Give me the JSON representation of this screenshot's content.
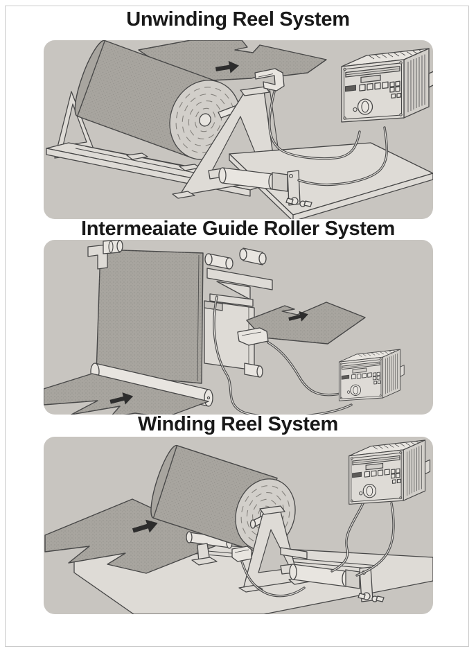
{
  "page": {
    "background": "#ffffff",
    "border_color": "#c9c9c9"
  },
  "colors": {
    "page_background": "#ffffff",
    "border_color": "#c9c9c9",
    "panel_background": "#c8c5c0",
    "web_fill": "#a8a59f",
    "machine_fill": "#dedbd6",
    "machine_light": "#e8e5e0",
    "outline": "#474747",
    "arrow_fill": "#2d2d2d",
    "cable": "#4a4a4a",
    "title_color": "#191919"
  },
  "sections": [
    {
      "id": "unwinding-reel",
      "title": "Unwinding Reel System"
    },
    {
      "id": "intermediate-guide-roller",
      "title": "Intermeaiate Guide Roller System"
    },
    {
      "id": "winding-reel",
      "title": "Winding Reel System"
    }
  ]
}
